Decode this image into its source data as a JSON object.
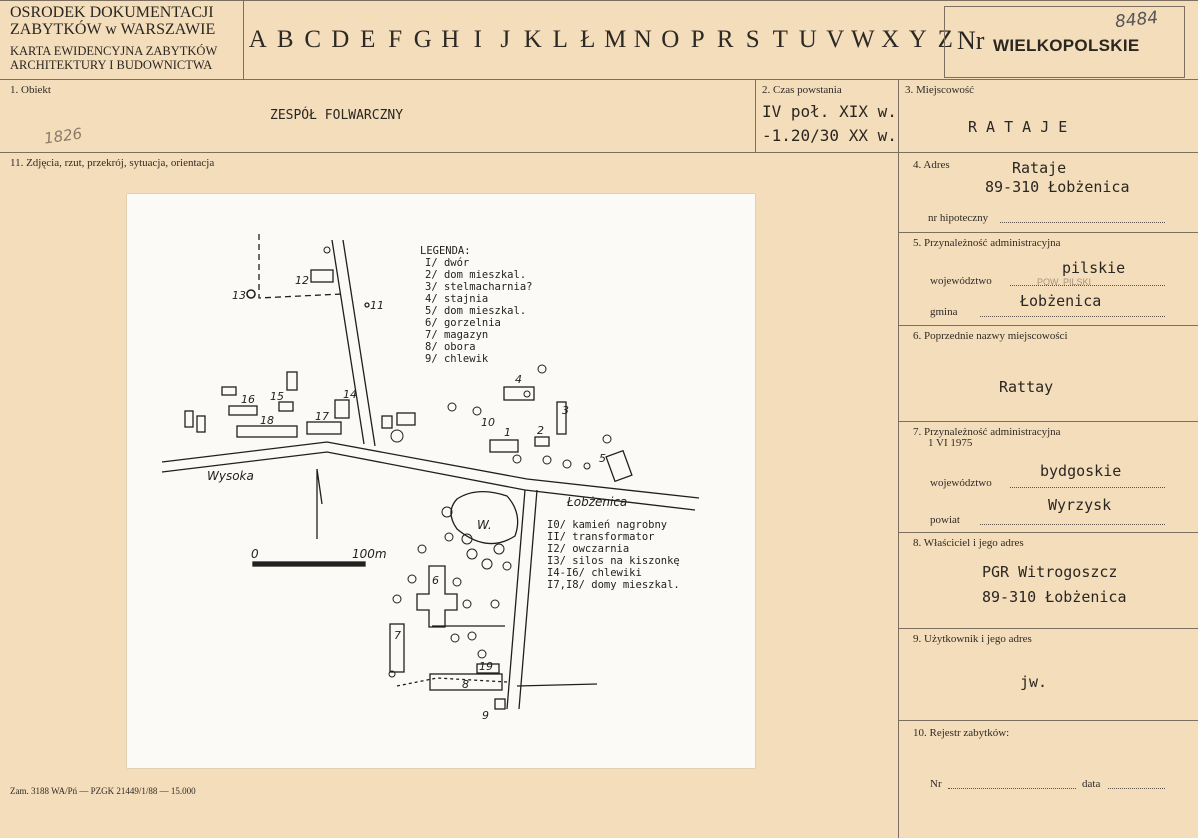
{
  "header": {
    "org_line1": "OSRODEK DOKUMENTACJI",
    "org_line2": "ZABYTKÓW w WARSZAWIE",
    "card_line1": "KARTA EWIDENCYJNA ZABYTKÓW",
    "card_line2": "ARCHITEKTURY I BUDOWNICTWA",
    "letters": [
      "A",
      "B",
      "C",
      "D",
      "E",
      "F",
      "G",
      "H",
      "I",
      "J",
      "K",
      "L",
      "Ł",
      "M",
      "N",
      "O",
      "P",
      "R",
      "S",
      "T",
      "U",
      "V",
      "W",
      "X",
      "Y",
      "Z"
    ],
    "nr_label": "Nr",
    "nr_number": "8484",
    "region": "WIELKOPOLSKIE"
  },
  "f1": {
    "label": "1. Obiekt",
    "value": "ZESPÓŁ FOLWARCZNY",
    "margin_note": "1826"
  },
  "f2": {
    "label": "2. Czas powstania",
    "line1": "IV poł. XIX w.",
    "line2": "-1.20/30 XX w."
  },
  "f3": {
    "label": "3. Miejscowość",
    "value": "R A T A J E"
  },
  "f11": {
    "label": "11. Zdjęcia, rzut, przekrój, sytuacja, orientacja"
  },
  "f4": {
    "label": "4. Adres",
    "line1": "Rataje",
    "line2": "89-310 Łobżenica",
    "hipo_label": "nr hipoteczny"
  },
  "f5": {
    "label": "5. Przynależność administracyjna",
    "woj_label": "województwo",
    "woj_value": "pilskie",
    "woj_note": "POW. PILSKI",
    "gmina_label": "gmina",
    "gmina_value": "Łobżenica"
  },
  "f6": {
    "label": "6. Poprzednie nazwy miejscowości",
    "value": "Rattay"
  },
  "f7": {
    "label": "7. Przynależność administracyjna",
    "label2": "1 VI 1975",
    "woj_label": "województwo",
    "woj_value": "bydgoskie",
    "powiat_label": "powiat",
    "powiat_value": "Wyrzysk"
  },
  "f8": {
    "label": "8. Właściciel i jego adres",
    "line1": "PGR Witrogoszcz",
    "line2": "89-310 Łobżenica"
  },
  "f9": {
    "label": "9. Użytkownik i jego adres",
    "value": "jw."
  },
  "f10": {
    "label": "10. Rejestr zabytków:",
    "nr_label": "Nr",
    "data_label": "data"
  },
  "footer": {
    "print_note": "Zam. 3188 WA/Pń — PZGK 21449/1/88 — 15.000"
  },
  "plan": {
    "legend_title": "LEGENDA:",
    "legend": [
      "I/ dwór",
      "2/ dom mieszkal.",
      "3/ stelmacharnia?",
      "4/ stajnia",
      "5/ dom mieszkal.",
      "6/ gorzelnia",
      "7/ magazyn",
      "8/ obora",
      "9/ chlewik"
    ],
    "legend2": [
      "I0/ kamień nagrobny",
      "II/ transformator",
      "I2/ owczarnia",
      "I3/ silos na kiszonkę",
      "I4-I6/ chlewiki",
      "I7,I8/ domy mieszkal."
    ],
    "road_west": "Wysoka",
    "road_east": "Łobżenica",
    "pond": "W.",
    "scale_start": "0",
    "scale_end": "100m",
    "numbers": [
      "1",
      "2",
      "3",
      "4",
      "5",
      "6",
      "7",
      "8",
      "9",
      "10",
      "11",
      "12",
      "13",
      "14",
      "15",
      "16",
      "17",
      "18",
      "19"
    ]
  }
}
